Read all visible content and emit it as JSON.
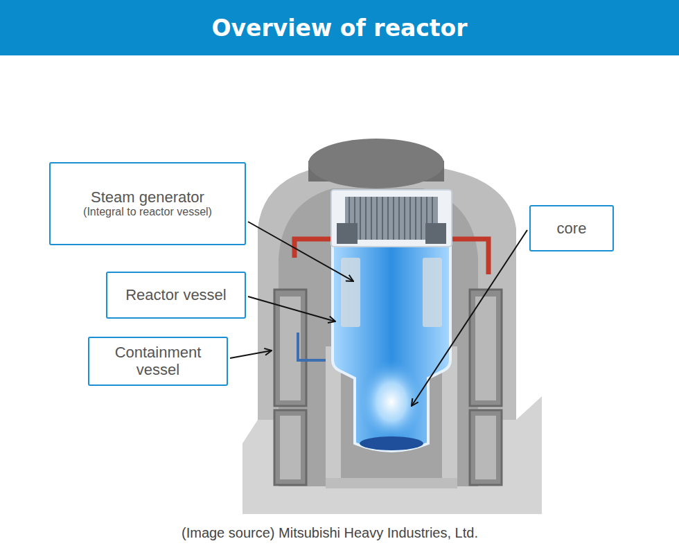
{
  "diagram": {
    "title": "Overview of reactor",
    "caption": "(Image source) Mitsubishi Heavy Industries, Ltd.",
    "nodes": [
      {
        "text": [
          "Steam generator",
          "(Integral to reactor vessel)"
        ]
      },
      {
        "text": [
          "Reactor vessel"
        ]
      },
      {
        "text": [
          "Containment vessel"
        ]
      },
      {
        "text": [
          "core"
        ]
      }
    ]
  }
}
